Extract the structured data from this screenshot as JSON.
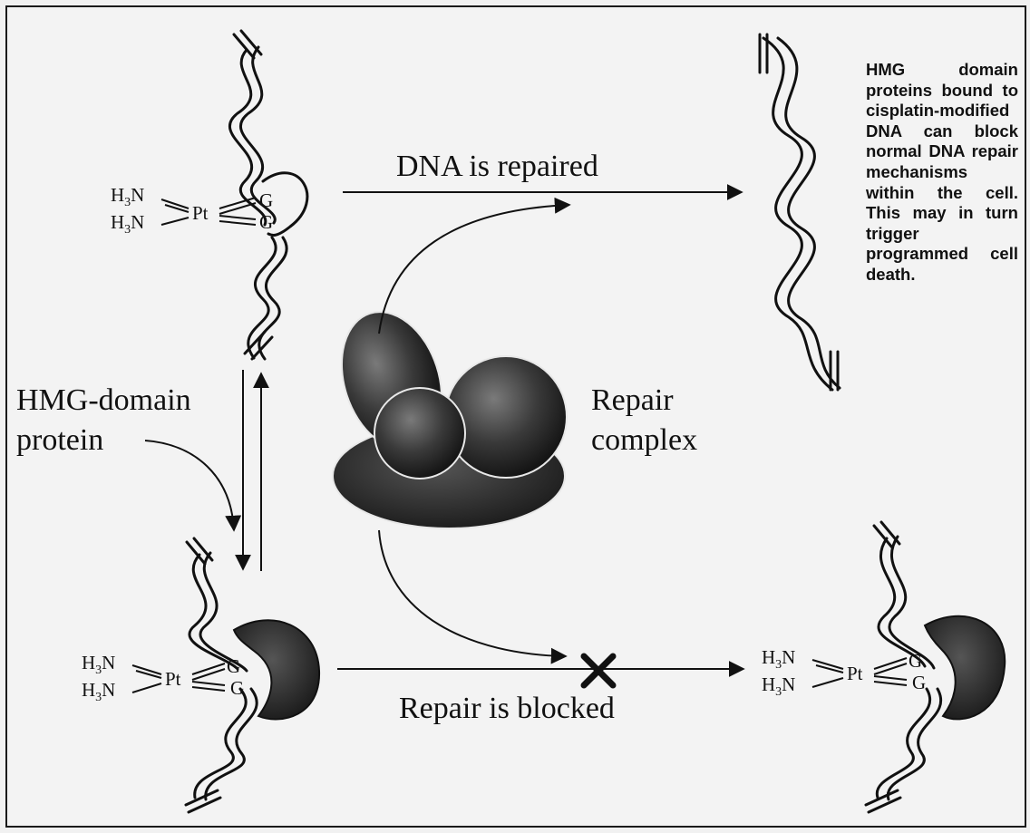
{
  "caption": "HMG domain proteins bound to cisplatin-modified DNA can block normal DNA repair mechanisms within the cell. This may in turn trigger programmed cell death.",
  "labels": {
    "dna_repaired": "DNA is repaired",
    "repair_blocked": "Repair is blocked",
    "hmg_line1": "HMG-domain",
    "hmg_line2": "protein",
    "repair_line1": "Repair",
    "repair_line2": "complex"
  },
  "chem": {
    "amine_H": "H",
    "amine_sub": "3",
    "amine_N": "N",
    "platinum": "Pt",
    "guanine": "G"
  },
  "colors": {
    "ink": "#111111",
    "background": "#f3f3f3",
    "protein": "#2a2a2a"
  }
}
